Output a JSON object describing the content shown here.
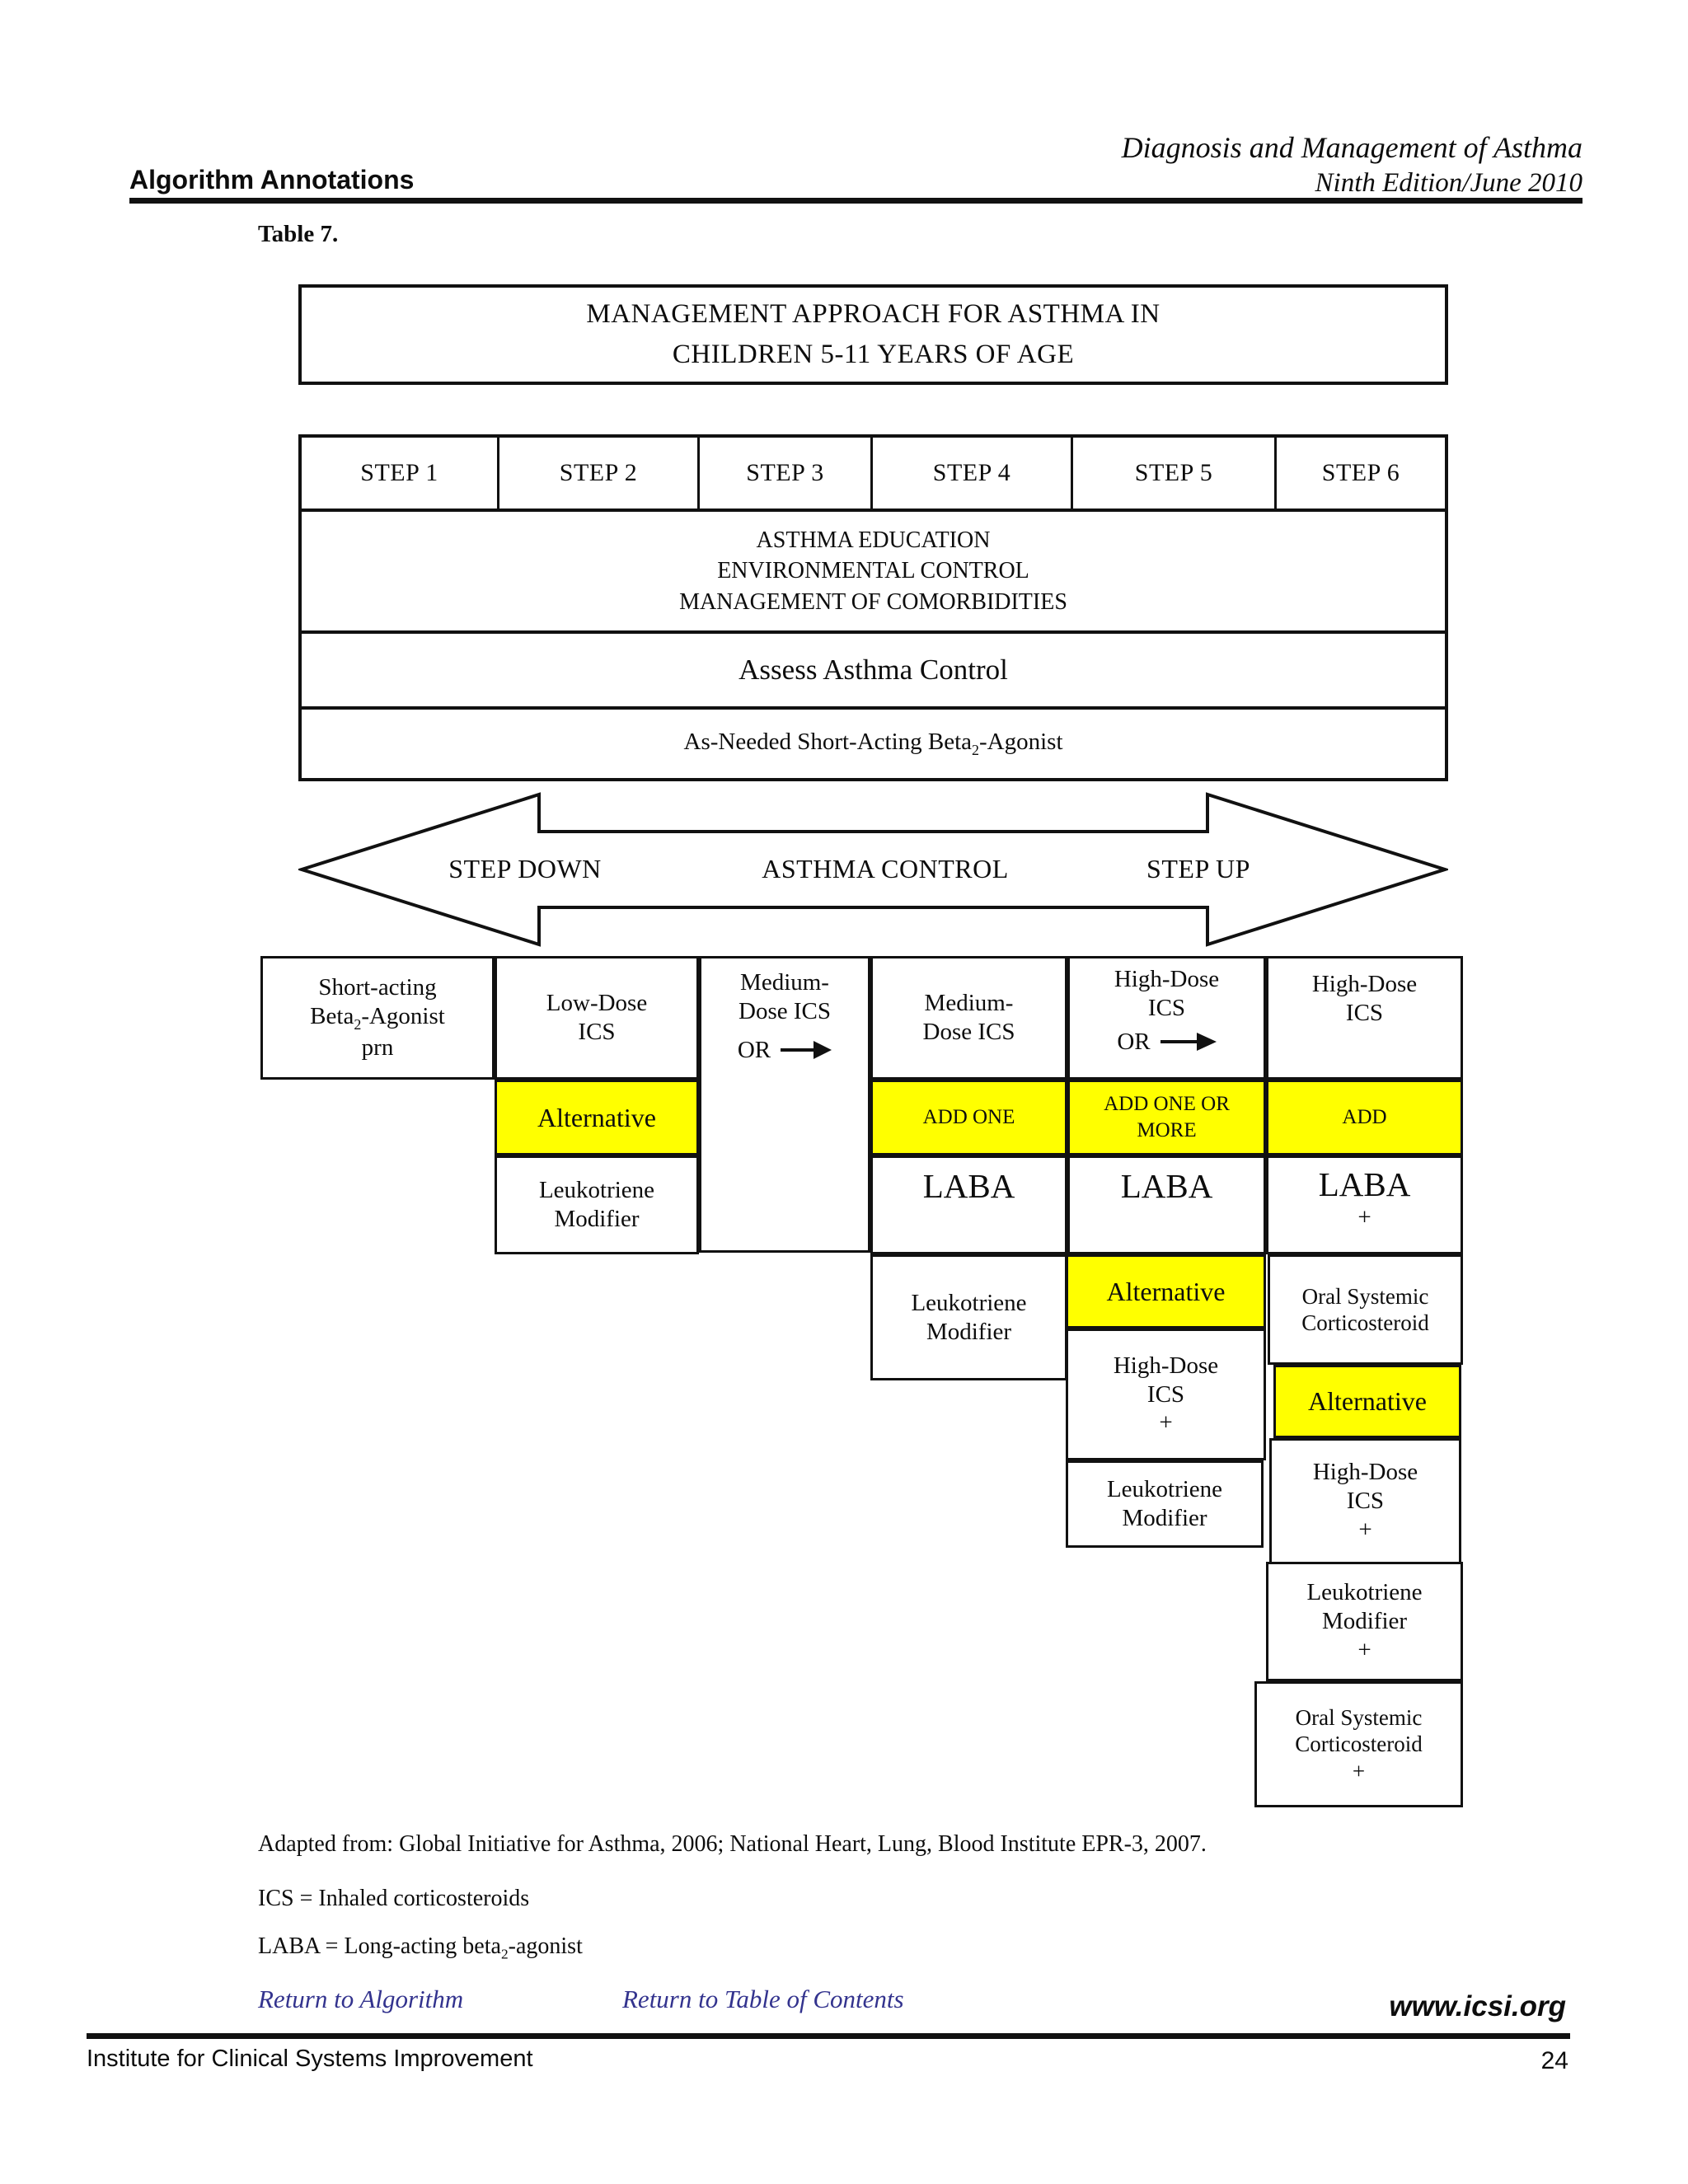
{
  "header": {
    "doc_title": "Diagnosis and Management of Asthma",
    "section_title": "Algorithm Annotations",
    "edition": "Ninth Edition/June 2010",
    "table_label": "Table 7."
  },
  "title_box": {
    "line1": "MANAGEMENT APPROACH FOR ASTHMA IN",
    "line2": "CHILDREN 5-11 YEARS OF AGE"
  },
  "steps_table": {
    "steps": [
      "STEP 1",
      "STEP 2",
      "STEP 3",
      "STEP 4",
      "STEP 5",
      "STEP 6"
    ],
    "education_lines": [
      "ASTHMA EDUCATION",
      "ENVIRONMENTAL CONTROL",
      "MANAGEMENT OF COMORBIDITIES"
    ],
    "assess": "Assess Asthma Control",
    "saba": {
      "pre": "As-Needed Short-Acting Beta",
      "sub": "2",
      "post": "-Agonist"
    }
  },
  "control_arrow": {
    "left": "STEP DOWN",
    "center": "ASTHMA CONTROL",
    "right": "STEP UP"
  },
  "grid": {
    "or_label": "OR",
    "boxes": {
      "saba_prn": {
        "line1": "Short-acting",
        "beta_pre": "Beta",
        "beta_sub": "2",
        "beta_post": "-Agonist",
        "line3": "prn"
      },
      "low_ics": {
        "lines": [
          "Low-Dose",
          "ICS"
        ]
      },
      "med_ics_or": {
        "lines": [
          "Medium-",
          "Dose ICS"
        ]
      },
      "med_ics": {
        "lines": [
          "Medium-",
          "Dose ICS"
        ]
      },
      "high_ics_or": {
        "lines": [
          "High-Dose",
          "ICS"
        ]
      },
      "high_ics": {
        "lines": [
          "High-Dose",
          "ICS"
        ]
      },
      "alt_step2": {
        "label": "Alternative"
      },
      "add_one": {
        "label": "ADD ONE"
      },
      "add_one_or_more": {
        "lines": [
          "ADD ONE OR",
          "MORE"
        ]
      },
      "add": {
        "label": "ADD"
      },
      "leuk_step2": {
        "lines": [
          "Leukotriene",
          "Modifier"
        ]
      },
      "laba_step4": {
        "label": "LABA"
      },
      "laba_step5": {
        "label": "LABA"
      },
      "laba_plus_step6": {
        "lines": [
          "LABA",
          "+"
        ]
      },
      "leuk_step4": {
        "lines": [
          "Leukotriene",
          "Modifier"
        ]
      },
      "alt_step5": {
        "label": "Alternative"
      },
      "oral_step6": {
        "lines": [
          "Oral Systemic",
          "Corticosteroid"
        ]
      },
      "high_ics_plus_step5": {
        "lines": [
          "High-Dose",
          "ICS",
          "+"
        ]
      },
      "alt_step6": {
        "label": "Alternative"
      },
      "leuk_step5": {
        "lines": [
          "Leukotriene",
          "Modifier"
        ]
      },
      "high_ics_plus_step6": {
        "lines": [
          "High-Dose",
          "ICS",
          "+"
        ]
      },
      "leuk_plus_step6": {
        "lines": [
          "Leukotriene",
          "Modifier",
          "+"
        ]
      },
      "oral_plus_step6": {
        "lines": [
          "Oral Systemic",
          "Corticosteroid",
          "+"
        ]
      }
    }
  },
  "footnotes": {
    "adapted": "Adapted from: Global Initiative for Asthma, 2006; National Heart, Lung, Blood Institute EPR-3, 2007.",
    "ics": "ICS = Inhaled corticosteroids",
    "laba": {
      "pre": "LABA = Long-acting beta",
      "sub": "2",
      "post": "-agonist"
    }
  },
  "links": {
    "algorithm": "Return to Algorithm",
    "toc": "Return to Table of Contents",
    "site": "www.icsi.org"
  },
  "footer": {
    "org": "Institute for Clinical Systems Improvement",
    "page": "24"
  },
  "colors": {
    "highlight_yellow": "#ffff00",
    "link_blue": "#33338e",
    "ink": "#0d0d0d"
  }
}
